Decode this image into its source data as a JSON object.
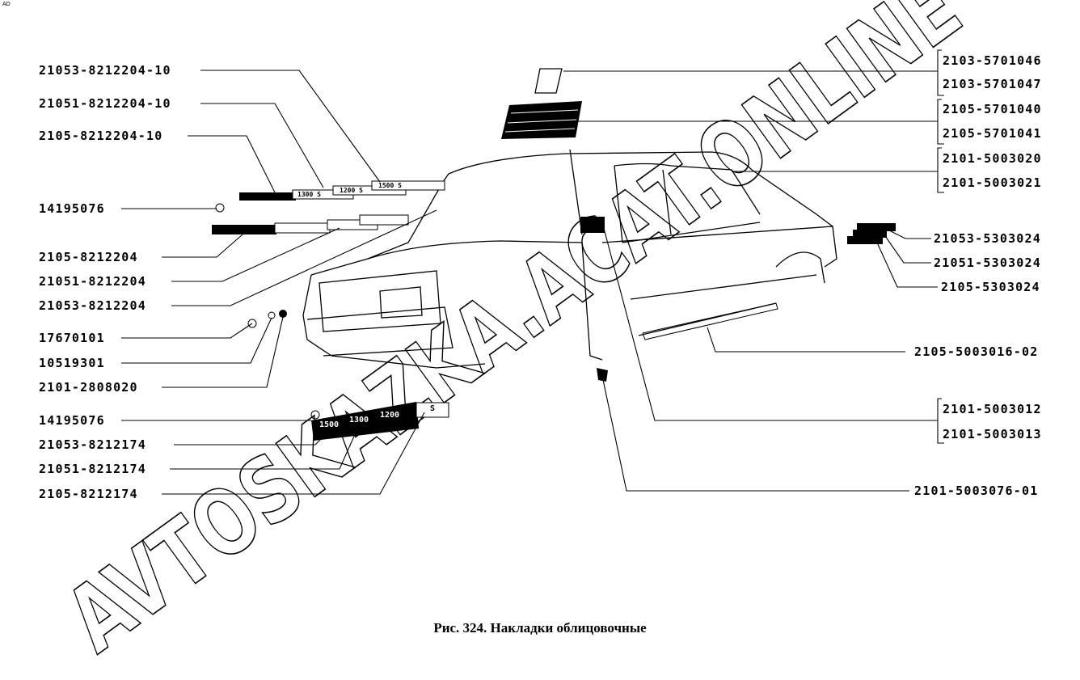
{
  "corner_mark": "AD",
  "watermark": "AVTOSKAZKA.ACAT.ONLINE",
  "caption": "Рис. 324. Накладки облицовочные",
  "left_labels": [
    "21053-8212204-10",
    "21051-8212204-10",
    "2105-8212204-10",
    "14195076",
    "2105-8212204",
    "21051-8212204",
    "21053-8212204",
    "17670101",
    "10519301",
    "2101-2808020",
    "14195076",
    "21053-8212174",
    "21051-8212174",
    "2105-8212174"
  ],
  "right_groups": [
    [
      "2103-5701046",
      "2103-5701047"
    ],
    [
      "2105-5701040",
      "2105-5701041"
    ],
    [
      "2101-5003020",
      "2101-5003021"
    ],
    [
      "2101-5003012",
      "2101-5003013"
    ]
  ],
  "right_labels": [
    "21053-5303024",
    "21051-5303024",
    "2105-5303024",
    "2105-5003016-02",
    "2101-5003076-01"
  ],
  "badges": [
    "1500 S",
    "1300 S",
    "1200 S",
    "1500",
    "1300",
    "1200",
    "S"
  ]
}
